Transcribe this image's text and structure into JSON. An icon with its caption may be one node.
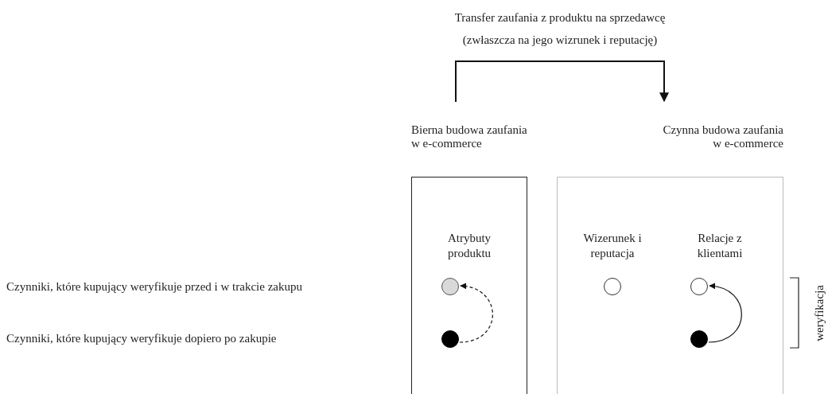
{
  "diagram": {
    "nodes": [
      {
        "text": [
          "Bierna budowa zaufania w e-commerce"
        ]
      },
      {
        "text": [
          "Czynna budowa zaufania w e-commerce"
        ]
      },
      {
        "text": [],
        "shape": "circle",
        "in": 0,
        "beside": [
          "Atrybuty produktu"
        ]
      },
      {
        "text": [],
        "shape": "circle",
        "in": 0
      },
      {
        "text": [],
        "shape": "circle",
        "in": 1,
        "beside": [
          "Wizerunek i reputacja"
        ]
      },
      {
        "text": [],
        "shape": "circle",
        "in": 1,
        "beside": [
          "Relacje z klientami"
        ]
      },
      {
        "text": [],
        "shape": "circle",
        "in": 1
      }
    ],
    "edges": [
      {
        "from": 0,
        "to": 1,
        "arrow": "to",
        "label": "Transfer zaufania z produktu na sprzedawcę (zwłaszcza na jego wizrunek i reputację)"
      },
      {
        "from": 3,
        "to": 2,
        "arrow": "to",
        "style": "dashed"
      },
      {
        "from": 6,
        "to": 5,
        "arrow": "to"
      }
    ],
    "labels": [
      "Czynniki, które kupujący weryfikuje przed i w trakcie zakupu",
      "Czynniki, które kupujący weryfikuje dopiero po zakupie",
      "weryfikacja"
    ]
  }
}
